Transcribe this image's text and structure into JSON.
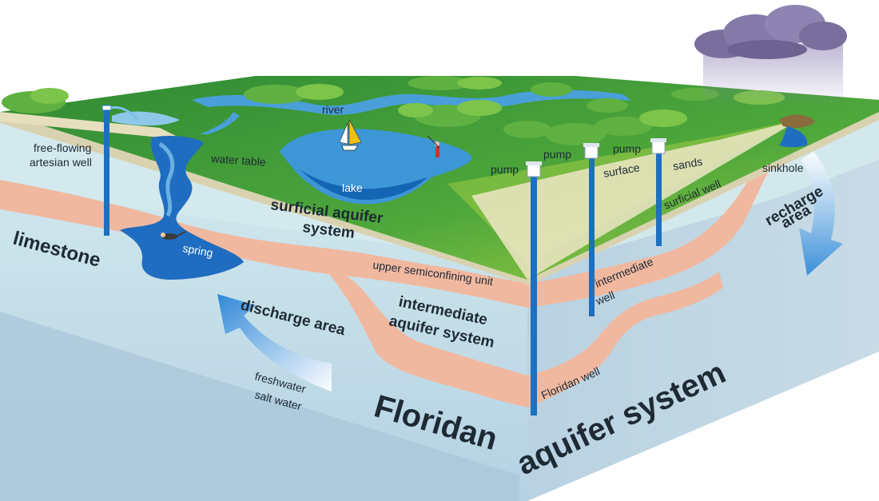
{
  "labels": {
    "free_flowing_line1": "free-flowing",
    "free_flowing_line2": "artesian well",
    "water_table": "water table",
    "river": "river",
    "lake": "lake",
    "surficial_line1": "surficial aquifer",
    "surficial_line2": "system",
    "limestone": "limestone",
    "spring": "spring",
    "discharge_area": "discharge area",
    "freshwater": "freshwater",
    "salt_water": "salt water",
    "floridan": "Floridan",
    "aquifer_system": "aquifer system",
    "upper_semiconfining": "upper semiconfining unit",
    "intermediate_line1": "intermediate",
    "intermediate_line2": "aquifer system",
    "intermediate_line3": "",
    "pump_1": "pump",
    "pump_2": "pump",
    "pump_3": "pump",
    "surface": "surface",
    "sands": "sands",
    "surficial_well": "surficial well",
    "intermediate_well_line1": "intermediate",
    "intermediate_well_line2": "well",
    "floridan_well": "Floridan well",
    "sinkhole": "sinkhole",
    "recharge_line1": "recharge",
    "recharge_line2": "area"
  },
  "colors": {
    "grass": "#3f9a3a",
    "grass_light": "#8cc63e",
    "sand": "#e8e2c4",
    "surficial_water": "#cfe6ea",
    "confining": "#f0b79f",
    "floridan": "#b8d4e4",
    "side_dark": "#a9c4d6",
    "water_blue": "#1b73c4",
    "well_blue": "#1d6fc0",
    "tree_green": "#5cb040",
    "cloud": "#7a6f9c"
  },
  "icons": [
    "cloud-icon",
    "tree-icon",
    "sailboat-icon",
    "fisherman-icon",
    "diver-icon",
    "pump-icon"
  ]
}
